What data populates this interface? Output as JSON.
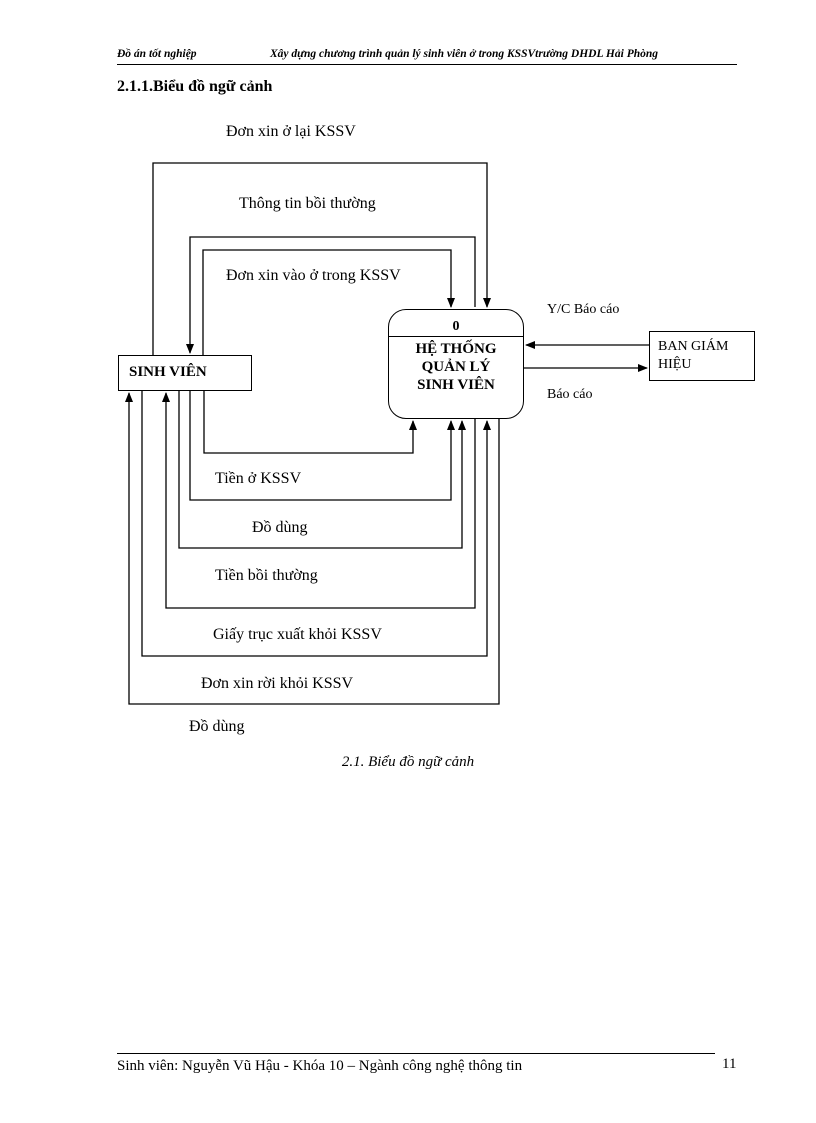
{
  "header": {
    "left": "Đồ án tốt nghiệp",
    "right": "Xây dựng chương trình quản lý sinh viên ở trong KSSVtrường DHDL Hải Phòng"
  },
  "section_title": "2.1.1.Biểu đồ ngữ cảnh",
  "diagram": {
    "entity_student": "SINH VIÊN",
    "entity_board": "BAN GIÁM HIỆU",
    "entity_board_line1": "BAN GIÁM",
    "entity_board_line2": "HIỆU",
    "process_id": "0",
    "process_name_line1": "HỆ THỐNG",
    "process_name_line2": "QUẢN LÝ",
    "process_name_line3": "SINH VIÊN",
    "flows": {
      "don_xin_o_lai": "Đơn xin ở lại KSSV",
      "thong_tin_boi_thuong": "Thông tin  bồi thường",
      "don_xin_vao": "Đơn xin vào ở trong KSSV",
      "yc_bao_cao": "Y/C Báo cáo",
      "bao_cao": "Báo cáo",
      "tien_o": "Tiền ở KSSV",
      "do_dung_1": "Đồ dùng",
      "tien_boi_thuong": "Tiền bồi thường",
      "giay_truc_xuat": "Giấy trục xuất khỏi KSSV",
      "don_xin_roi": "Đơn xin rời khỏi KSSV",
      "do_dung_2": "Đồ dùng"
    }
  },
  "caption": "2.1. Biểu đồ ngữ cảnh",
  "footer": {
    "text": "Sinh viên: Nguyễn Vũ Hậu - Khóa 10 – Ngành công nghệ thông tin",
    "page": "11"
  }
}
